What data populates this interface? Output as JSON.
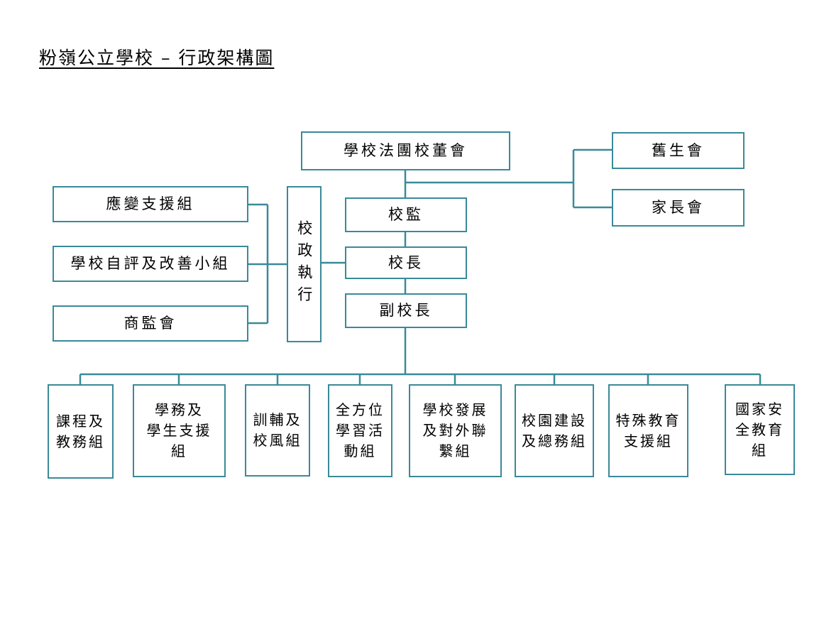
{
  "title": "粉嶺公立學校 – 行政架構圖",
  "nodes": {
    "board": "學校法團校董會",
    "alumni": "舊生會",
    "parents": "家長會",
    "supervisor": "校監",
    "principal": "校長",
    "vice_principal": "副校長",
    "admin": "校政執行",
    "contingency": "應變支援組",
    "self_eval": "學校自評及改善小組",
    "consult": "商監會"
  },
  "groups": [
    "課程及\n教務組",
    "學務及\n學生支援\n組",
    "訓輔及\n校風組",
    "全方位\n學習活\n動組",
    "學校發展\n及對外聯\n繫組",
    "校園建設\n及總務組",
    "特殊教育\n支援組",
    "國家安\n全教育\n組"
  ],
  "colors": {
    "border": "#3a8a98",
    "line": "#3a8a98"
  }
}
